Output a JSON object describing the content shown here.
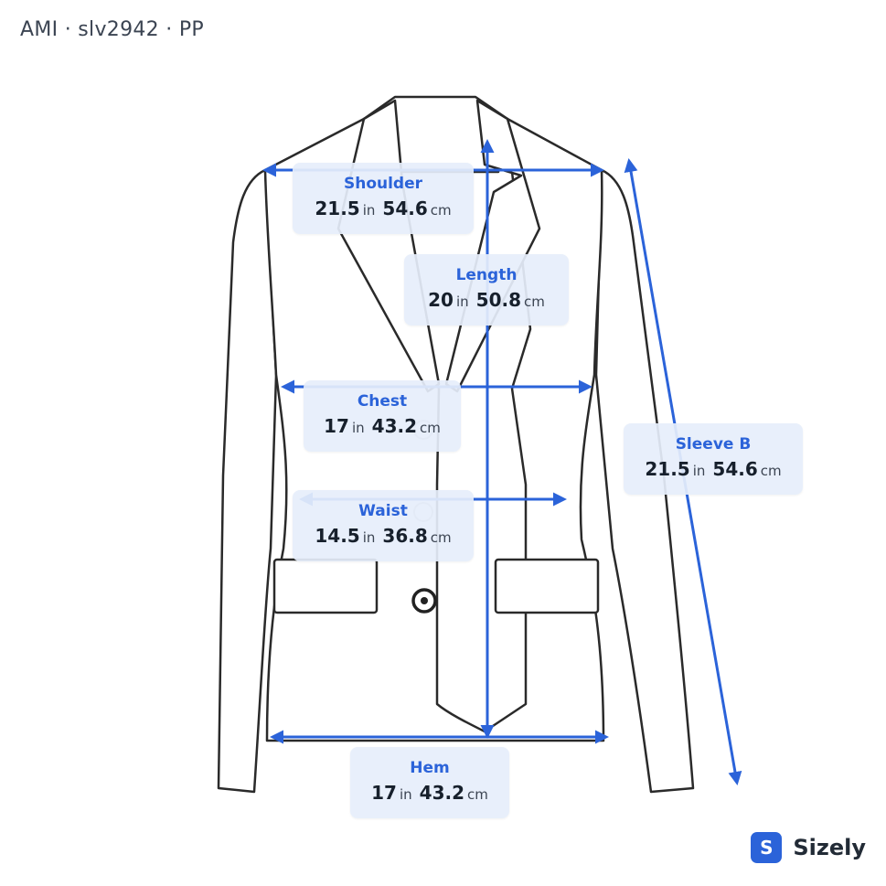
{
  "header": {
    "title": "AMI · slv2942 · PP"
  },
  "colors": {
    "accent": "#2b63d9",
    "label_bg": "#e6eefb",
    "garment_stroke": "#2a2a2a"
  },
  "measurements": [
    {
      "id": "shoulder",
      "name": "Shoulder",
      "in": "21.5",
      "in_unit": "in",
      "cm": "54.6",
      "cm_unit": "cm"
    },
    {
      "id": "length",
      "name": "Length",
      "in": "20",
      "in_unit": "in",
      "cm": "50.8",
      "cm_unit": "cm"
    },
    {
      "id": "chest",
      "name": "Chest",
      "in": "17",
      "in_unit": "in",
      "cm": "43.2",
      "cm_unit": "cm"
    },
    {
      "id": "waist",
      "name": "Waist",
      "in": "14.5",
      "in_unit": "in",
      "cm": "36.8",
      "cm_unit": "cm"
    },
    {
      "id": "sleeve",
      "name": "Sleeve B",
      "in": "21.5",
      "in_unit": "in",
      "cm": "54.6",
      "cm_unit": "cm"
    },
    {
      "id": "hem",
      "name": "Hem",
      "in": "17",
      "in_unit": "in",
      "cm": "43.2",
      "cm_unit": "cm"
    }
  ],
  "brand": {
    "logo_letter": "S",
    "name": "Sizely"
  }
}
